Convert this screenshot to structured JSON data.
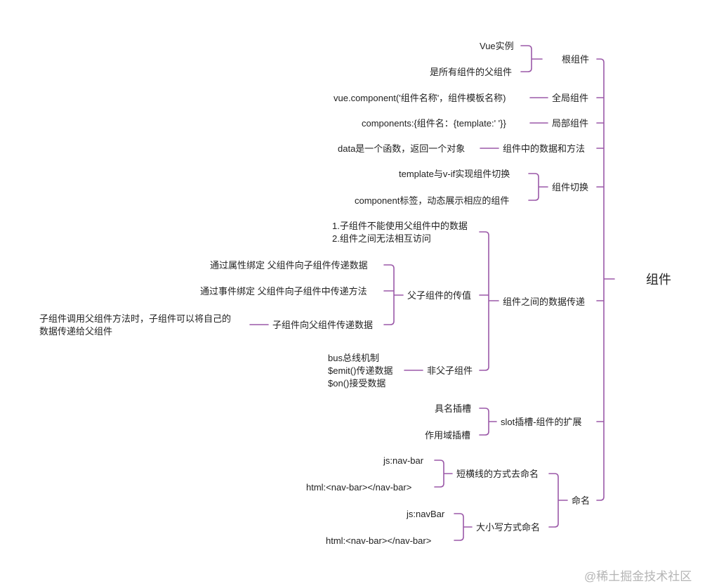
{
  "line_color": "#9b59a8",
  "root": "组件",
  "branches": {
    "root_component": {
      "label": "根组件",
      "children": [
        "Vue实例",
        "是所有组件的父组件"
      ]
    },
    "global_component": {
      "label": "全局组件",
      "children": [
        "vue.component('组件名称'，组件模板名称)"
      ]
    },
    "local_component": {
      "label": "局部组件",
      "children": [
        "components:{组件名：{template:' '}}"
      ]
    },
    "data_methods": {
      "label": "组件中的数据和方法",
      "children": [
        "data是一个函数，返回一个对象"
      ]
    },
    "switch": {
      "label": "组件切换",
      "children": [
        "template与v-if实现组件切换",
        "component标签，动态展示相应的组件"
      ]
    },
    "data_transfer": {
      "label": "组件之间的数据传递",
      "note": "1.子组件不能使用父组件中的数据\n2.组件之间无法相互访问",
      "parent_child": {
        "label": "父子组件的传值",
        "children": [
          "通过属性绑定 父组件向子组件传递数据",
          "通过事件绑定 父组件向子组件中传递方法"
        ],
        "child_to_parent": {
          "label": "子组件向父组件传递数据",
          "detail": "子组件调用父组件方法时，子组件可以将自己的\n数据传递给父组件"
        }
      },
      "non_parent_child": {
        "label": "非父子组件",
        "detail": "bus总线机制\n$emit()传递数据\n$on()接受数据"
      }
    },
    "slot": {
      "label": "slot插槽-组件的扩展",
      "children": [
        "具名插槽",
        "作用域插槽"
      ]
    },
    "naming": {
      "label": "命名",
      "kebab": {
        "label": "短横线的方式去命名",
        "children": [
          "js:nav-bar",
          "html:<nav-bar></nav-bar>"
        ]
      },
      "camel": {
        "label": "大小写方式命名",
        "children": [
          "js:navBar",
          "html:<nav-bar></nav-bar>"
        ]
      }
    }
  },
  "watermark": "@稀土掘金技术社区"
}
